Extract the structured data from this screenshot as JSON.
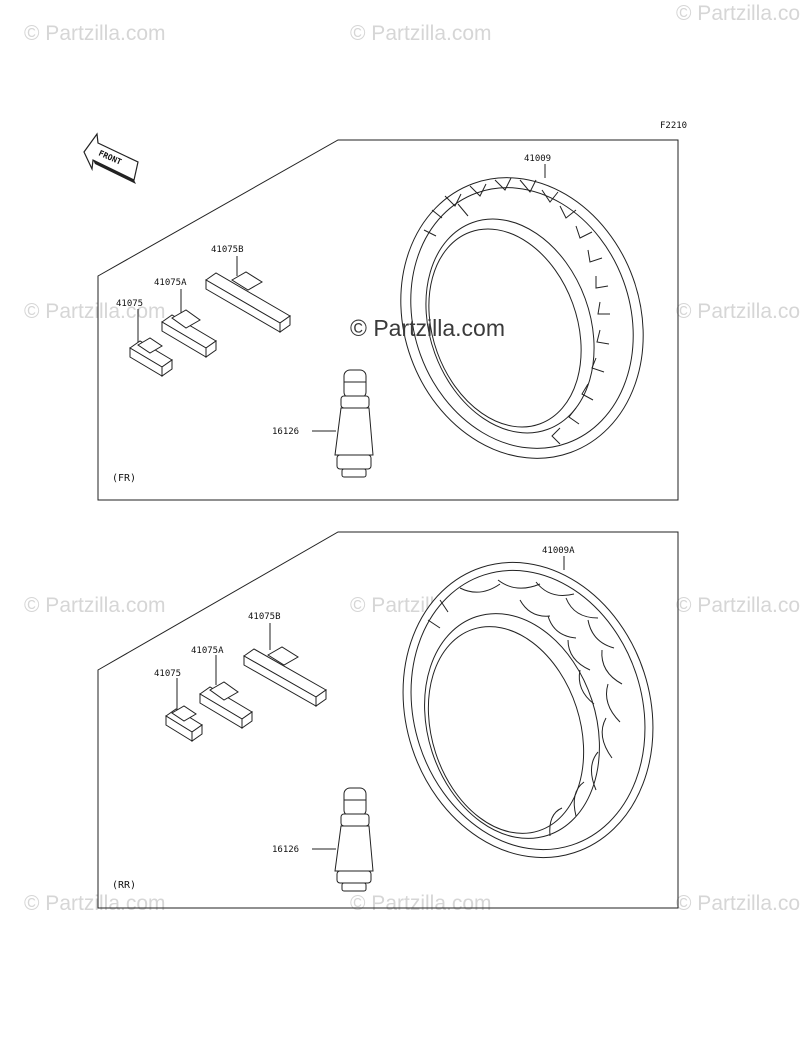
{
  "diagram": {
    "figure_code": "F2210",
    "front_arrow_label": "FRONT",
    "watermark_text": "© Partzilla.com",
    "center_watermark_text": "© Partzilla.com",
    "front_panel": {
      "section_label": "(FR)",
      "tire_part": "41009",
      "weight_b": "41075B",
      "weight_a": "41075A",
      "weight": "41075",
      "valve": "16126"
    },
    "rear_panel": {
      "section_label": "(RR)",
      "tire_part": "41009A",
      "weight_b": "41075B",
      "weight_a": "41075A",
      "weight": "41075",
      "valve": "16126"
    }
  }
}
